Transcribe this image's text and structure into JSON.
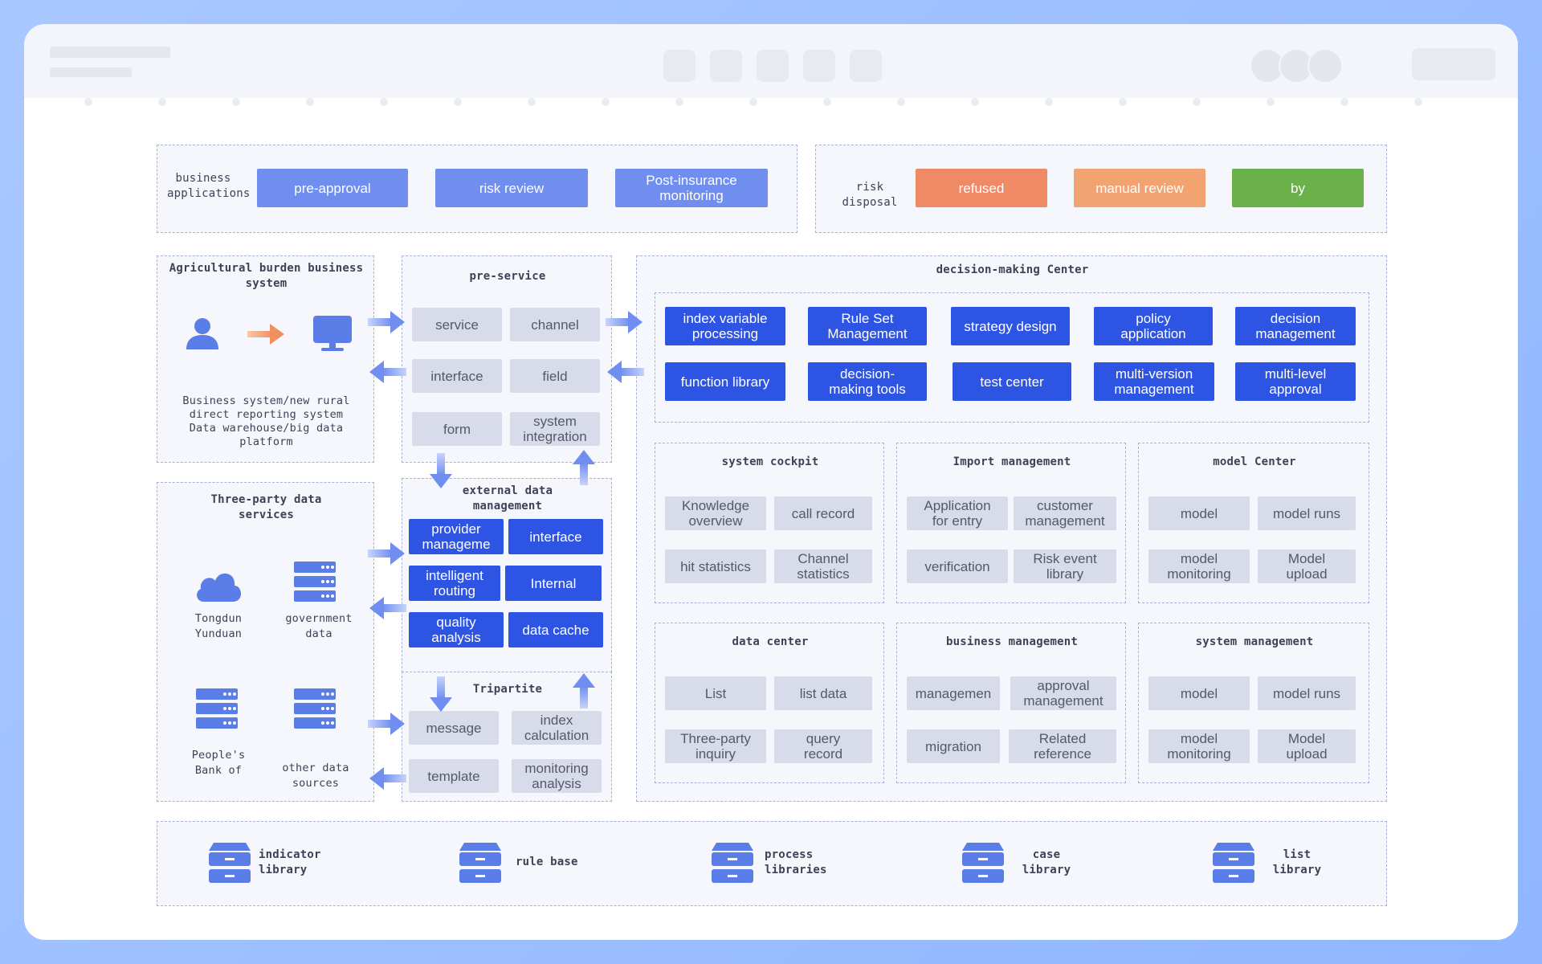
{
  "business_applications": {
    "label": "business\napplications",
    "items": [
      "pre-approval",
      "risk review",
      "Post-insurance\nmonitoring"
    ]
  },
  "risk_disposal": {
    "label": "risk disposal",
    "items": [
      "refused",
      "manual review",
      "by"
    ]
  },
  "agri_system": {
    "title": "Agricultural burden business\nsystem",
    "caption": "Business system/new rural\ndirect reporting system\nData warehouse/big data\nplatform",
    "icons": [
      "user-icon",
      "arrow-right-icon",
      "monitor-icon"
    ]
  },
  "pre_service": {
    "title": "pre-service",
    "items": [
      "service",
      "channel",
      "interface",
      "field",
      "form",
      "system\nintegration"
    ]
  },
  "third_party": {
    "title": "Three-party data\nservices",
    "sources": [
      "Tongdun\nYunduan",
      "government\ndata",
      "People's\nBank of",
      "other data\nsources"
    ]
  },
  "external_data": {
    "title": "external data\nmanagement",
    "items": [
      "provider\nmanageme",
      "interface",
      "intelligent\nrouting",
      "Internal",
      "quality\nanalysis",
      "data cache"
    ]
  },
  "tripartite": {
    "title": "Tripartite",
    "items": [
      "message",
      "index\ncalculation",
      "template",
      "monitoring\nanalysis"
    ]
  },
  "decision_center": {
    "title": "decision-making Center",
    "items": [
      "index variable\nprocessing",
      "Rule Set\nManagement",
      "strategy design",
      "policy\napplication",
      "decision\nmanagement",
      "function library",
      "decision-\nmaking tools",
      "test center",
      "multi-version\nmanagement",
      "multi-level\napproval"
    ]
  },
  "system_cockpit": {
    "title": "system cockpit",
    "items": [
      "Knowledge\noverview",
      "call record",
      "hit statistics",
      "Channel\nstatistics"
    ]
  },
  "import_management": {
    "title": "Import management",
    "items": [
      "Application\nfor entry",
      "customer\nmanagement",
      "verification",
      "Risk event\nlibrary"
    ]
  },
  "model_center": {
    "title": "model Center",
    "items": [
      "model",
      "model runs",
      "model\nmonitoring",
      "Model\nupload"
    ]
  },
  "data_center": {
    "title": "data center",
    "items": [
      "List",
      "list data",
      "Three-party\ninquiry",
      "query\nrecord"
    ]
  },
  "business_management": {
    "title": "business management",
    "items": [
      "managemen",
      "approval\nmanagement",
      "migration",
      "Related\nreference"
    ]
  },
  "system_management": {
    "title": "system management",
    "items": [
      "model",
      "model runs",
      "model\nmonitoring",
      "Model\nupload"
    ]
  },
  "libraries": [
    "indicator\nlibrary",
    "rule base",
    "process\nlibraries",
    "case\nlibrary",
    "list\nlibrary"
  ],
  "colors": {
    "accent_light": "#6f8ef0",
    "accent_dark": "#2e54e4",
    "neutral": "#d7dbea",
    "refused": "#ef8966",
    "manual_review": "#f3a271",
    "approved": "#6ab14a"
  }
}
